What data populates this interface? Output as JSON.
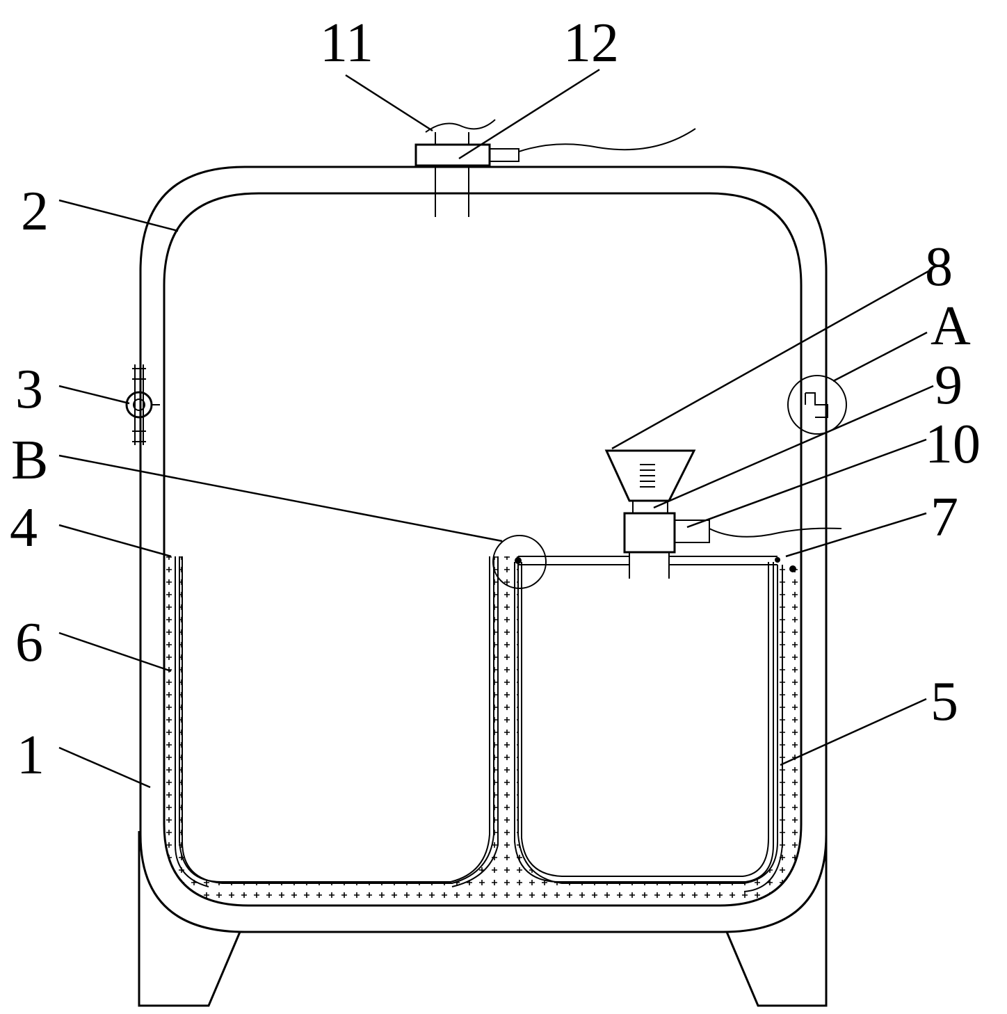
{
  "labels": {
    "l1": "1",
    "l2": "2",
    "l3": "3",
    "l4": "4",
    "l5": "5",
    "l6": "6",
    "l7": "7",
    "l8": "8",
    "l9": "9",
    "l10": "10",
    "l11": "11",
    "l12": "12",
    "lA": "A",
    "lB": "B"
  },
  "colors": {
    "line": "#000000",
    "background": "#ffffff"
  }
}
